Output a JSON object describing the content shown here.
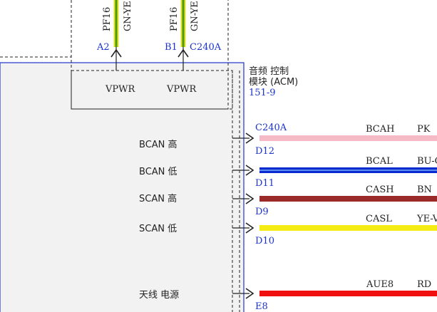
{
  "top_wires": [
    {
      "circuit": "PF16",
      "color_code": "GN-YE",
      "pin": "A2",
      "net": "VPWR"
    },
    {
      "circuit": "PF16",
      "color_code": "GN-YE",
      "pin": "B1",
      "connector": "C240A",
      "net": "VPWR"
    }
  ],
  "module": {
    "name_line1": "音频 控制",
    "name_line2": "模块 (ACM)",
    "page_ref": "151-9"
  },
  "connector_label": "C240A",
  "pins": [
    {
      "label": "BCAN 高",
      "pin": "D12",
      "circuit": "BCAH",
      "color_code": "PK",
      "wire_color": "#f6b9c6",
      "stripe_color": ""
    },
    {
      "label": "BCAN 低",
      "pin": "D11",
      "circuit": "BCAL",
      "color_code": "BU-O",
      "wire_color": "#0a2ad0",
      "stripe_color": "#5b8cf0"
    },
    {
      "label": "SCAN 高",
      "pin": "D9",
      "circuit": "CASH",
      "color_code": "BN",
      "wire_color": "#9b2a2a",
      "stripe_color": ""
    },
    {
      "label": "SCAN 低",
      "pin": "D10",
      "circuit": "CASL",
      "color_code": "YE-V",
      "wire_color": "#f4ec12",
      "stripe_color": ""
    },
    {
      "label": "天线 电源",
      "pin": "E8",
      "circuit": "AUE8",
      "color_code": "RD",
      "wire_color": "#f01010",
      "stripe_color": ""
    }
  ],
  "colors": {
    "module_border": "#2233cc",
    "pin_label": "#1a33cc",
    "wire_green": "#4b9a1e",
    "wire_yellow": "#e8e21a"
  }
}
